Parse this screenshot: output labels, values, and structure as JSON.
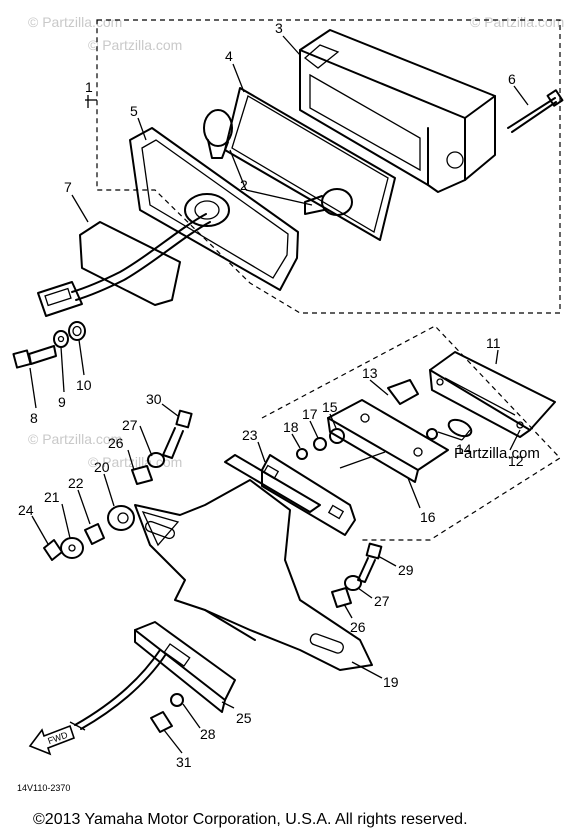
{
  "watermarks": [
    "© Partzilla.com",
    "© Partzilla.com",
    "© Partzilla.com",
    "© Partzilla.com",
    "© Partzilla.com",
    "Partzilla.com"
  ],
  "assembly_label": "1",
  "callouts": [
    {
      "id": "3",
      "label": "3"
    },
    {
      "id": "4",
      "label": "4"
    },
    {
      "id": "5",
      "label": "5"
    },
    {
      "id": "6",
      "label": "6"
    },
    {
      "id": "7",
      "label": "7"
    },
    {
      "id": "2",
      "label": "2"
    },
    {
      "id": "8",
      "label": "8"
    },
    {
      "id": "9",
      "label": "9"
    },
    {
      "id": "10",
      "label": "10"
    },
    {
      "id": "11",
      "label": "11"
    },
    {
      "id": "12",
      "label": "12"
    },
    {
      "id": "13",
      "label": "13"
    },
    {
      "id": "14",
      "label": "14"
    },
    {
      "id": "15",
      "label": "15"
    },
    {
      "id": "16",
      "label": "16"
    },
    {
      "id": "17",
      "label": "17"
    },
    {
      "id": "18",
      "label": "18"
    },
    {
      "id": "19",
      "label": "19"
    },
    {
      "id": "20",
      "label": "20"
    },
    {
      "id": "21",
      "label": "21"
    },
    {
      "id": "22",
      "label": "22"
    },
    {
      "id": "23",
      "label": "23"
    },
    {
      "id": "24",
      "label": "24"
    },
    {
      "id": "25",
      "label": "25"
    },
    {
      "id": "26a",
      "label": "26"
    },
    {
      "id": "26b",
      "label": "26"
    },
    {
      "id": "27a",
      "label": "27"
    },
    {
      "id": "27b",
      "label": "27"
    },
    {
      "id": "28",
      "label": "28"
    },
    {
      "id": "29",
      "label": "29"
    },
    {
      "id": "30",
      "label": "30"
    },
    {
      "id": "31",
      "label": "31"
    }
  ],
  "fwd_label": "FWD",
  "diagram_code": "14V110-2370",
  "copyright": "©2013  Yamaha Motor Corporation, U.S.A. All rights reserved."
}
